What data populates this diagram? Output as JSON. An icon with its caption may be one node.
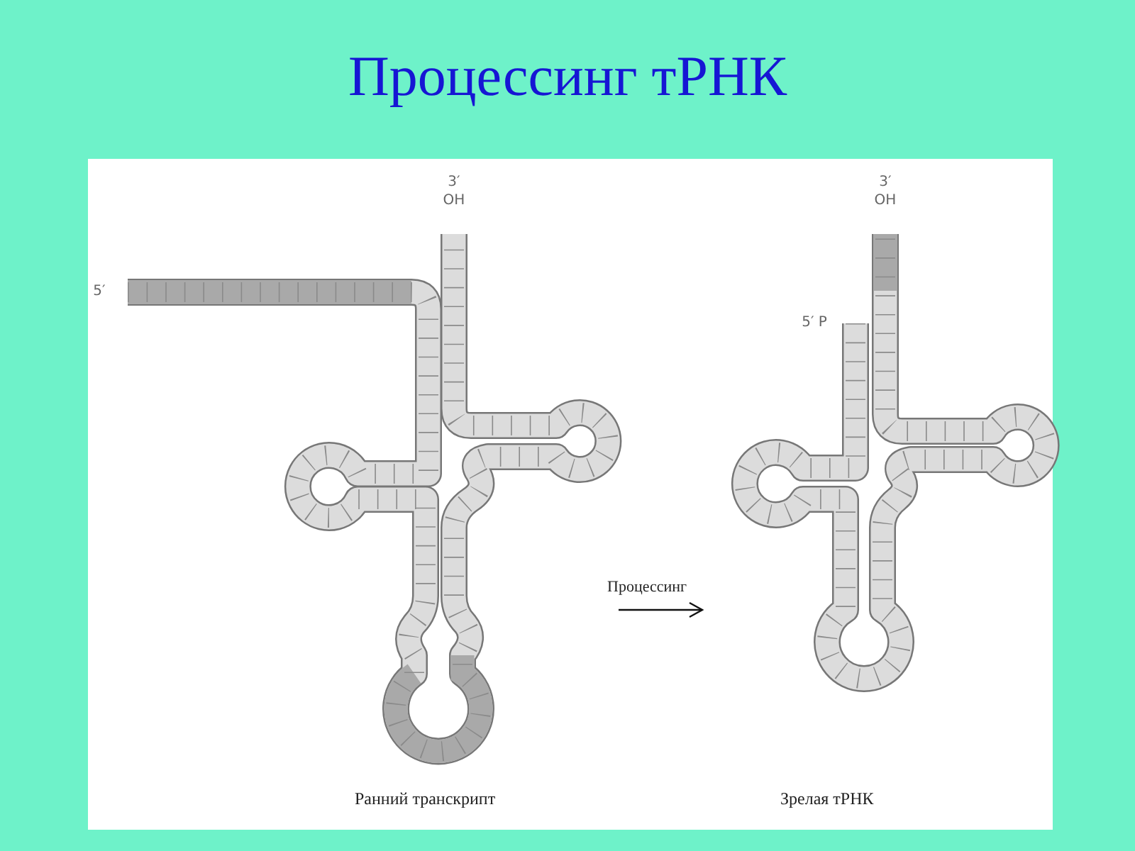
{
  "diagram": {
    "title": "Процессинг тРНК",
    "nodes": [
      {
        "text": [],
        "shape": "picture"
      },
      {
        "text": [],
        "shape": "picture"
      }
    ],
    "edges": [
      {
        "from": 0,
        "to": 1,
        "arrow": "to",
        "label": "Процессинг"
      }
    ],
    "labels": [
      "3′ OH",
      "5′",
      "3′ OH",
      "5′ P",
      "Ранний транскрипт",
      "Зрелая тРНК"
    ]
  }
}
